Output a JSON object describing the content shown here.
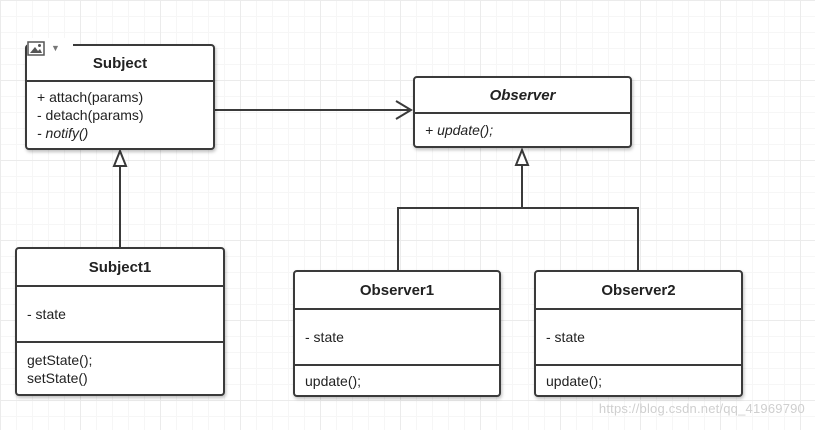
{
  "classes": {
    "subject": {
      "name": "Subject",
      "methods": [
        "+ attach(params)",
        "-  detach(params)",
        "- notify()"
      ]
    },
    "observer": {
      "name": "Observer",
      "methods": [
        "+ update();"
      ]
    },
    "subject1": {
      "name": "Subject1",
      "fields": [
        "- state"
      ],
      "methods": [
        "getState();",
        "setState()"
      ]
    },
    "observer1": {
      "name": "Observer1",
      "fields": [
        "- state"
      ],
      "methods": [
        "update();"
      ]
    },
    "observer2": {
      "name": "Observer2",
      "fields": [
        "- state"
      ],
      "methods": [
        "update();"
      ]
    }
  },
  "relations": [
    {
      "type": "association",
      "from": "Subject",
      "to": "Observer"
    },
    {
      "type": "generalization",
      "from": "Subject1",
      "to": "Subject"
    },
    {
      "type": "generalization",
      "from": "Observer1",
      "to": "Observer"
    },
    {
      "type": "generalization",
      "from": "Observer2",
      "to": "Observer"
    }
  ],
  "watermark": "https://blog.csdn.net/qq_41969790",
  "icons": {
    "image_control": "image-icon",
    "dropdown": "chevron-down-icon"
  },
  "colors": {
    "stroke": "#3a3a3a",
    "grid": "#ebebeb",
    "watermark": "#cfcfcf"
  }
}
